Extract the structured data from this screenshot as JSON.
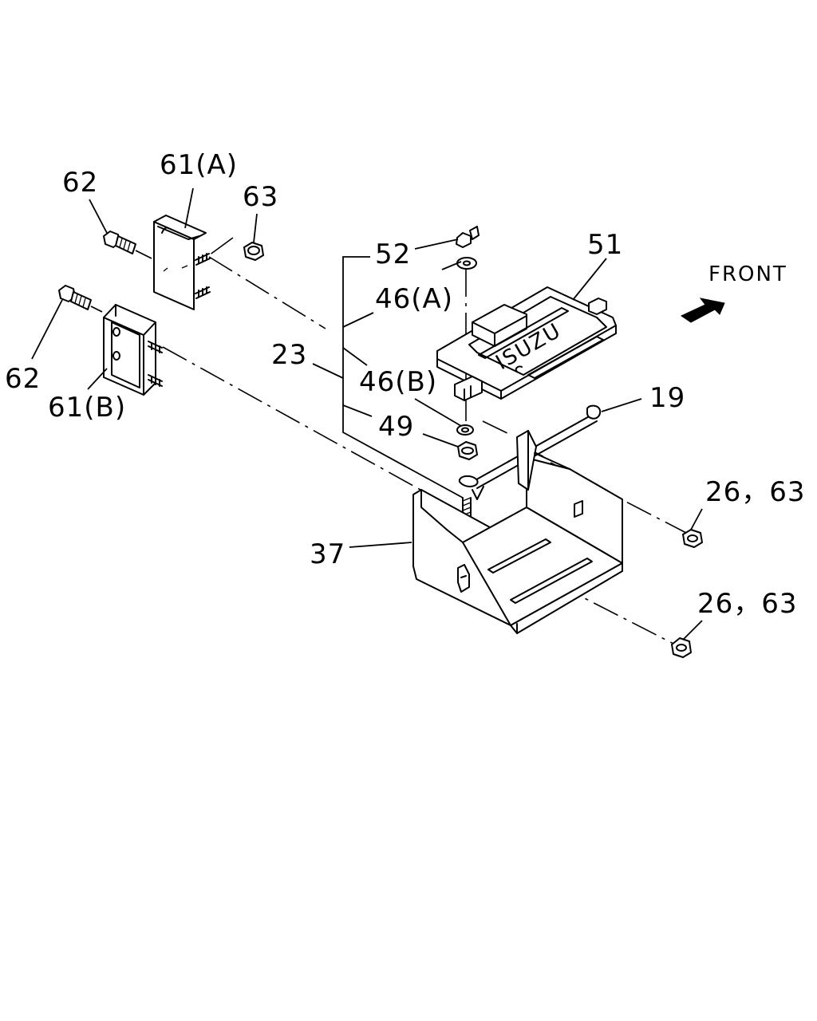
{
  "diagram": {
    "direction_label": "FRONT",
    "callouts": {
      "p62_top": "62",
      "p61a": "61(A)",
      "p63_top": "63",
      "p52": "52",
      "p51": "51",
      "p46a": "46(A)",
      "p23": "23",
      "p46b": "46(B)",
      "p62_left": "62",
      "p61b": "61(B)",
      "p49": "49",
      "p19": "19",
      "p26_63_upper": "26，63",
      "p37": "37",
      "p26_63_lower": "26，63"
    },
    "brand_text": "ISUZU"
  }
}
